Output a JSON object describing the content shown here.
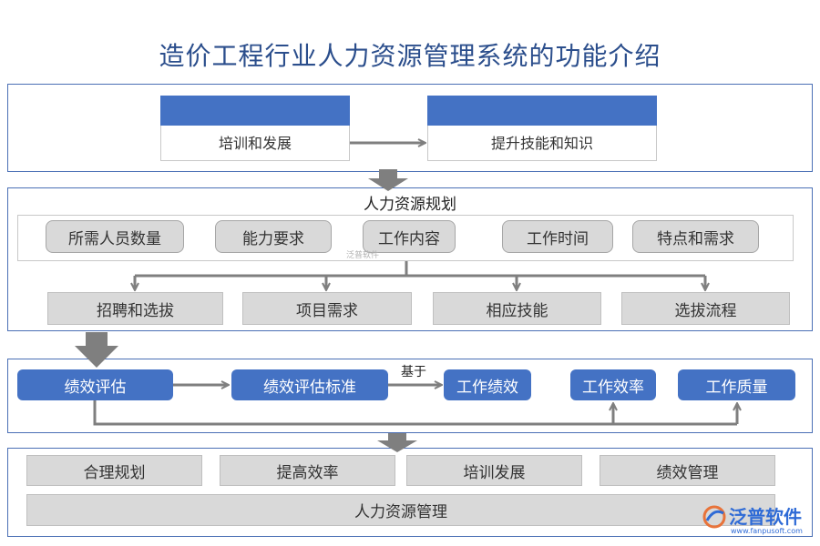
{
  "title": "造价工程行业人力资源管理系统的功能介绍",
  "section1": {
    "left_box": "培训和发展",
    "right_box": "提升技能和知识"
  },
  "section2": {
    "title": "人力资源规划",
    "pills": [
      "所需人员数量",
      "能力要求",
      "工作内容",
      "工作时间",
      "特点和需求"
    ],
    "outputs": [
      "招聘和选拔",
      "项目需求",
      "相应技能",
      "选拔流程"
    ]
  },
  "section3": {
    "nodes": [
      "绩效评估",
      "绩效评估标准",
      "工作绩效",
      "工作效率",
      "工作质量"
    ],
    "arrow_label": "基于"
  },
  "section4": {
    "items": [
      "合理规划",
      "提高效率",
      "培训发展",
      "绩效管理"
    ],
    "bottom": "人力资源管理"
  },
  "watermark": "泛普软件",
  "brand": {
    "name": "泛普软件",
    "url": "www.fanpusoft.com"
  },
  "colors": {
    "accent": "#4472c4",
    "panel_border": "#4a6fb5",
    "box_gray": "#d9d9d9",
    "arrow_gray": "#7f7f7f"
  }
}
